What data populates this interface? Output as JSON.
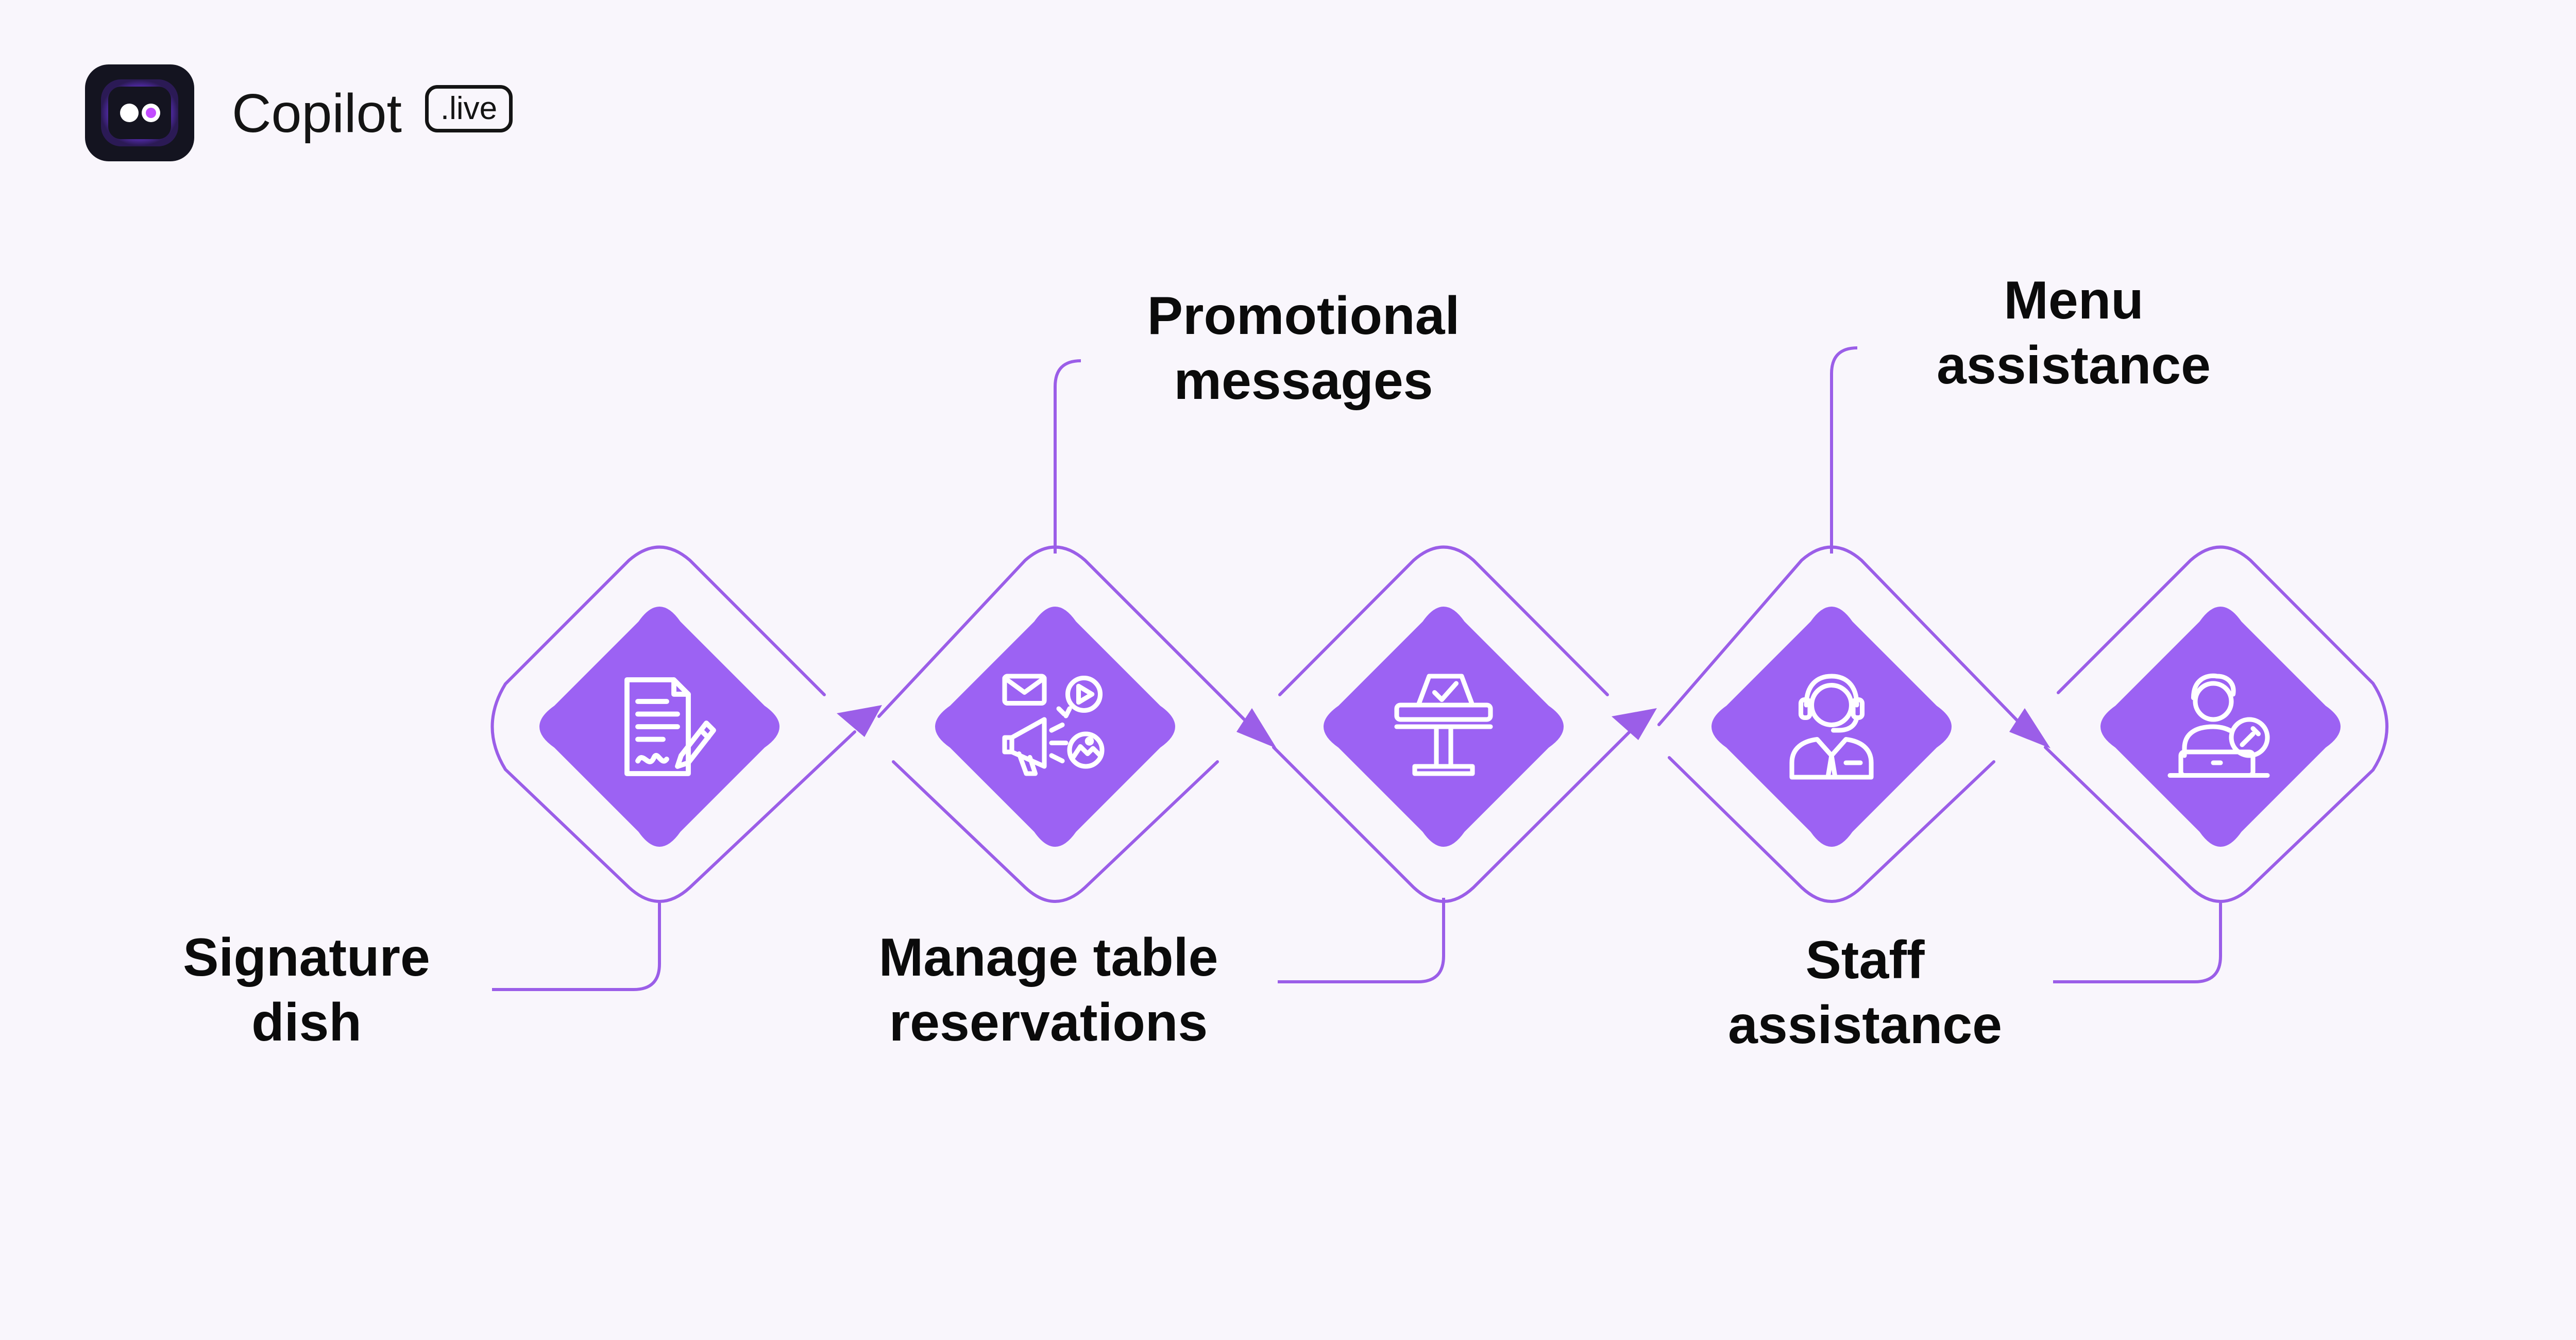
{
  "brand": {
    "name": "Copilot",
    "badge": ".live"
  },
  "colors": {
    "background": "#f9f6fc",
    "accent": "#9c62f3",
    "outline": "#9b5ee8",
    "icon": "#ffffff",
    "text": "#0b0b0b"
  },
  "steps": [
    {
      "label_lines": [
        "Signature",
        "dish"
      ],
      "icon": "document-edit-icon",
      "label_position": "below"
    },
    {
      "label_lines": [
        "Promotional",
        "messages"
      ],
      "icon": "marketing-megaphone-icon",
      "label_position": "above"
    },
    {
      "label_lines": [
        "Manage table",
        "reservations"
      ],
      "icon": "reserved-table-icon",
      "label_position": "below"
    },
    {
      "label_lines": [
        "Menu",
        "assistance"
      ],
      "icon": "support-agent-icon",
      "label_position": "above"
    },
    {
      "label_lines": [
        "Staff",
        "assistance"
      ],
      "icon": "staff-technician-icon",
      "label_position": "below"
    }
  ]
}
